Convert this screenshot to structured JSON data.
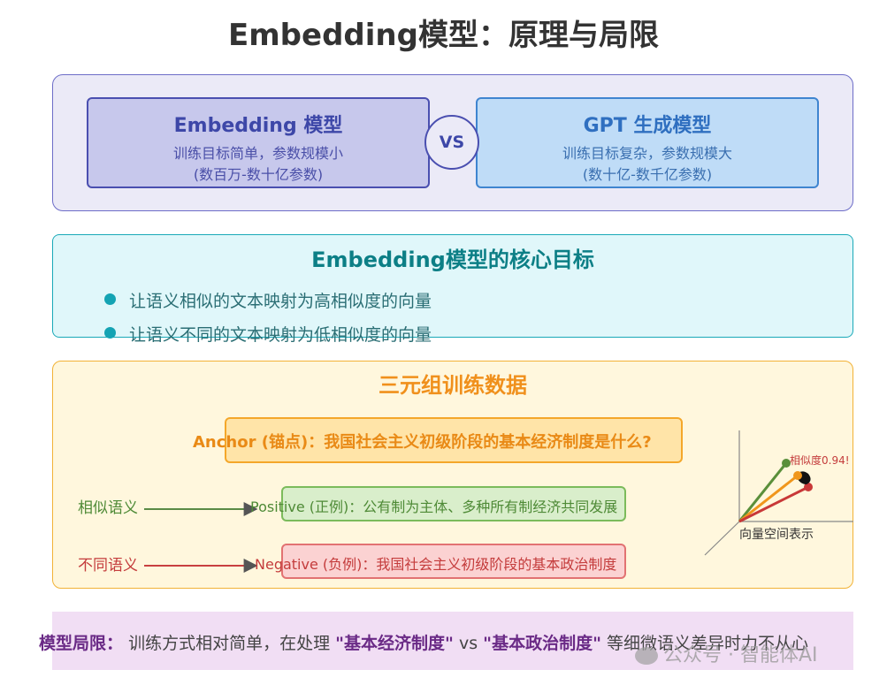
{
  "title": "Embedding模型：原理与局限",
  "comparison": {
    "embedding": {
      "heading": "Embedding 模型",
      "line1": "训练目标简单，参数规模小",
      "line2": "(数百万-数十亿参数)"
    },
    "vs": "VS",
    "gpt": {
      "heading": "GPT 生成模型",
      "line1": "训练目标复杂，参数规模大",
      "line2": "(数十亿-数千亿参数)"
    }
  },
  "core_goal": {
    "title": "Embedding模型的核心目标",
    "bullets": [
      "让语义相似的文本映射为高相似度的向量",
      "让语义不同的文本映射为低相似度的向量"
    ]
  },
  "triplet": {
    "title": "三元组训练数据",
    "anchor": "Anchor (锚点)：我国社会主义初级阶段的基本经济制度是什么?",
    "similar_label": "相似语义",
    "positive": "Positive (正例)：公有制为主体、多种所有制经济共同发展",
    "different_label": "不同语义",
    "negative": "Negative (负例)：我国社会主义初级阶段的基本政治制度",
    "vector_space_label": "向量空间表示",
    "similarity_label": "相似度0.94!",
    "colors": {
      "positive": "#5a8f3a",
      "anchor": "#f0961c",
      "negative": "#c83838"
    }
  },
  "limitation": {
    "prefix": "模型局限：",
    "text1": "训练方式相对简单，在处理",
    "term1": "\"基本经济制度\"",
    "vs": " vs ",
    "term2": "\"基本政治制度\"",
    "text2": "等细微语义差异时力不从心"
  },
  "watermark": "公众号 · 智能体AI"
}
